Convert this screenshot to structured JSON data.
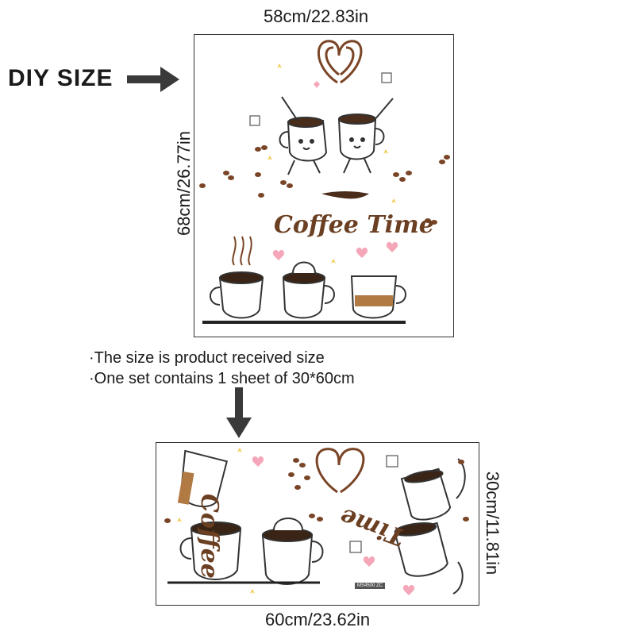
{
  "label": {
    "diy": "DIY SIZE"
  },
  "top_sheet": {
    "width_label": "58cm/22.83in",
    "height_label": "68cm/26.77in",
    "art_title": "Coffee Time"
  },
  "notes": [
    "·The size is product received size",
    "·One set contains 1 sheet of 30*60cm"
  ],
  "bottom_sheet": {
    "width_label": "60cm/23.62in",
    "height_label": "30cm/11.81in",
    "art_word_1": "Coffee",
    "art_word_2": "Time",
    "sku": "MS4500 ZC"
  },
  "colors": {
    "coffee": "#6b3f22",
    "bean": "#7a4526",
    "pink": "#f5a6b8",
    "star": "#f2c84b",
    "arrow": "#3a3a3a"
  }
}
